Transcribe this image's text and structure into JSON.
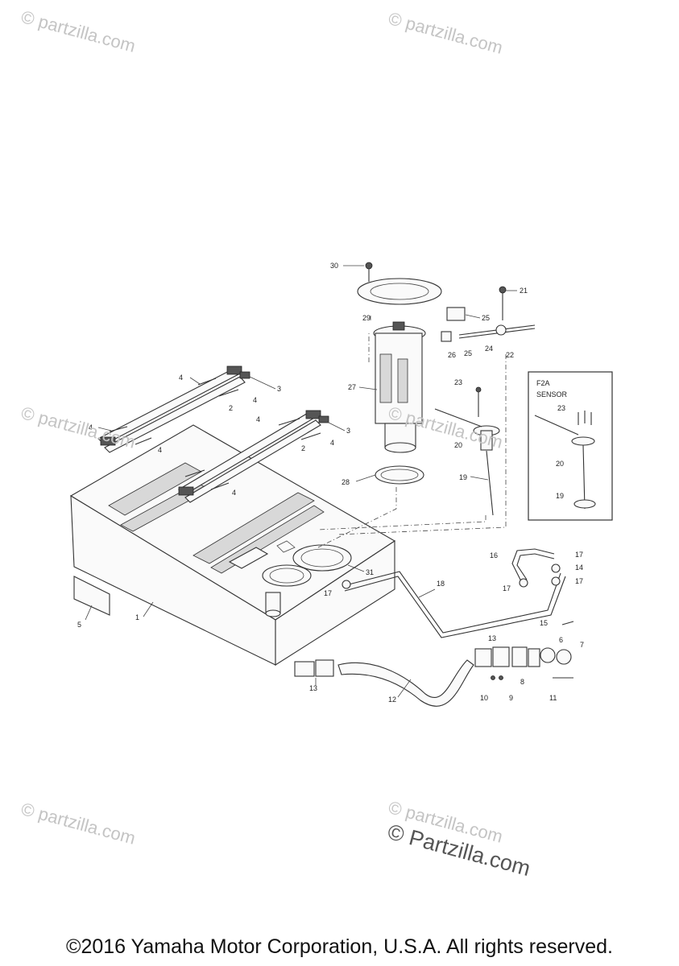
{
  "watermarks": [
    "© partzilla.com",
    "© partzilla.com",
    "© partzilla.com",
    "© partzilla.com",
    "© partzilla.com",
    "© partzilla.com",
    "© Partzilla.com"
  ],
  "inset_title_line1": "F2A",
  "inset_title_line2": "SENSOR",
  "callouts": [
    "30",
    "21",
    "25",
    "29",
    "25",
    "26",
    "24",
    "22",
    "4",
    "3",
    "27",
    "23",
    "4",
    "2",
    "4",
    "3",
    "4",
    "2",
    "4",
    "4",
    "20",
    "19",
    "4",
    "28",
    "23",
    "20",
    "19",
    "16",
    "17",
    "14",
    "31",
    "18",
    "17",
    "17",
    "17",
    "15",
    "5",
    "1",
    "13",
    "6",
    "7",
    "8",
    "13",
    "10",
    "9",
    "11",
    "12"
  ],
  "copyright": "©2016 Yamaha Motor Corporation, U.S.A. All rights reserved."
}
